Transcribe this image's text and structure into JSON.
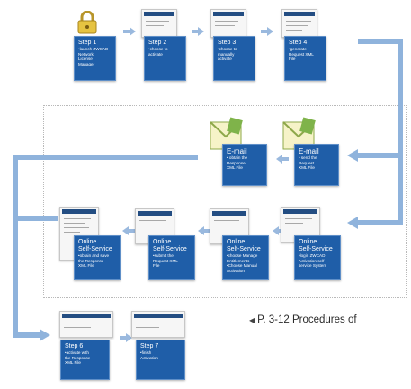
{
  "steps": {
    "s1": {
      "title": "Step 1",
      "lines": [
        "•launch ZWCAD",
        "Network",
        "License",
        "Manager"
      ]
    },
    "s2": {
      "title": "Step 2",
      "lines": [
        "•choose to",
        "activate"
      ]
    },
    "s3": {
      "title": "Step 3",
      "lines": [
        "•choose to",
        "manually",
        "activate"
      ]
    },
    "s4": {
      "title": "Step 4",
      "lines": [
        "•generate",
        "Request XML",
        "File"
      ]
    },
    "email_left": {
      "title": "E-mail",
      "lines": [
        "• obtain the",
        "Response",
        "XML File"
      ]
    },
    "email_right": {
      "title": "E-mail",
      "lines": [
        "• send the",
        "Request",
        "XML File"
      ]
    },
    "os1": {
      "title": "Online",
      "subtitle": "Self-Service",
      "lines": [
        "•obtain and save",
        "the Response",
        "XML File"
      ]
    },
    "os2": {
      "title": "Online",
      "subtitle": "Self-Service",
      "lines": [
        "•submit the",
        "Request XML",
        "File"
      ]
    },
    "os3": {
      "title": "Online",
      "subtitle": "Self-Service",
      "lines": [
        "•choose Manage",
        "Entitlements",
        "•Choose Manual",
        "Activation"
      ]
    },
    "os4": {
      "title": "Online",
      "subtitle": "Self-Service",
      "lines": [
        "•login ZWCAD",
        "Activation self-",
        "service System"
      ]
    },
    "s6": {
      "title": "Step 6",
      "lines": [
        "•activate with",
        "the Response",
        "XML File"
      ]
    },
    "s7": {
      "title": "Step 7",
      "lines": [
        "•finish",
        "Activation"
      ]
    }
  },
  "reference": {
    "marker": "◀",
    "text": "P. 3-12 Procedures of"
  },
  "colors": {
    "step_box": "#1f5ea8",
    "flow_line": "#8fb3dc",
    "dotted_border": "#b9b9b9"
  },
  "icons": [
    "lock-icon",
    "email-icon"
  ]
}
